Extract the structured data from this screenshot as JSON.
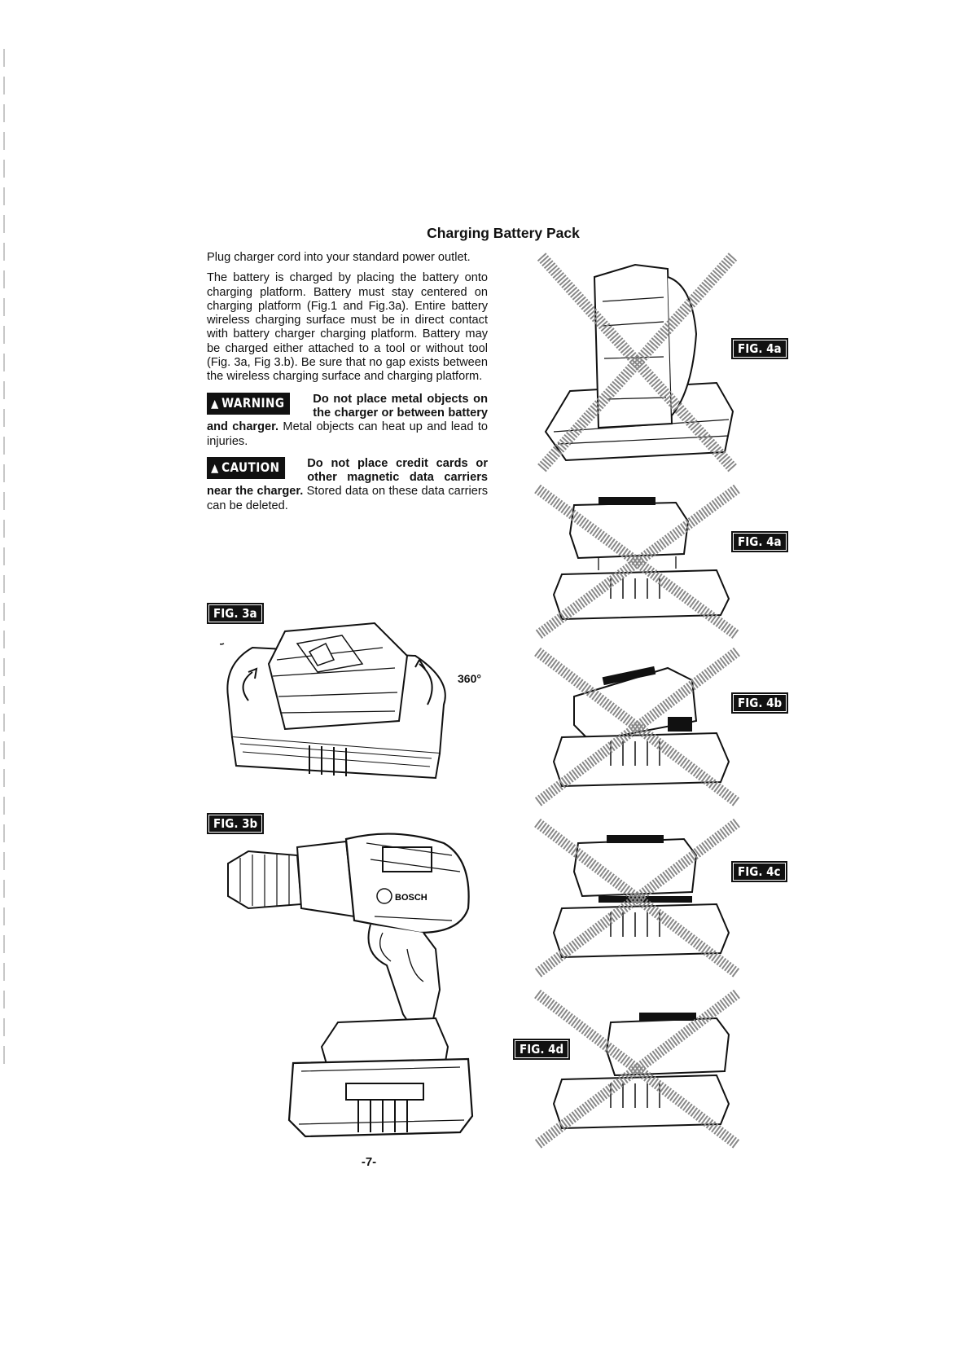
{
  "page": {
    "title": "Charging Battery Pack",
    "page_number": "-7-"
  },
  "body": {
    "para1": "Plug charger cord into your standard power outlet.",
    "para2": "The battery is charged by placing the battery onto charging platform. Battery must stay centered on charging platform (Fig.1 and Fig.3a). Entire battery wireless charging surface must be in direct contact with battery charger charging platform. Battery may be charged either attached to a tool or without tool (Fig. 3a, Fig 3.b). Be sure that no gap exists between the wireless charging surface and charging platform."
  },
  "warning": {
    "badge": "WARNING",
    "bold_text": "Do not place metal objects on the charger or between battery and charger.",
    "text": " Metal objects can heat up and lead to injuries."
  },
  "caution": {
    "badge": "CAUTION",
    "bold_text": "Do not place credit cards or other magnetic data carriers near the charger.",
    "text": " Stored data on these data carriers can be deleted."
  },
  "figures": {
    "fig3a": "FIG. 3a",
    "fig3a_rotation": "360°",
    "fig3b": "FIG. 3b",
    "fig3b_brand": "BOSCH",
    "fig4a_top": "FIG. 4a",
    "fig4a_bottom": "FIG. 4a",
    "fig4b": "FIG. 4b",
    "fig4c": "FIG. 4c",
    "fig4d": "FIG. 4d"
  },
  "icons": {
    "warning_symbol": "warning-triangle-icon",
    "rotate_symbol": "rotate-arrow-icon",
    "prohibited_symbol": "x-cross-icon"
  }
}
